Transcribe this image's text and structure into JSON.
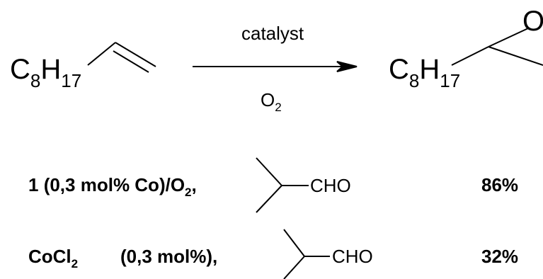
{
  "reaction": {
    "reactant": {
      "atom_c": "C",
      "sub_c": "8",
      "atom_h": "H",
      "sub_h": "17"
    },
    "arrow_top": "catalyst",
    "arrow_bottom_atom": "O",
    "arrow_bottom_sub": "2",
    "product": {
      "atom_c": "C",
      "sub_c": "8",
      "atom_h": "H",
      "sub_h": "17",
      "ring_atom": "O"
    }
  },
  "conditions": [
    {
      "catalyst_bold": "1",
      "catalyst_rest": " (0,3 mol% Co)/O",
      "catalyst_sub": "2",
      "catalyst_tail": ",",
      "aldehyde": "CHO",
      "yield": "86%"
    },
    {
      "catalyst_main": "CoCl",
      "catalyst_sub": "2",
      "loading": "(0,3 mol%),",
      "aldehyde": "CHO",
      "yield": "32%"
    }
  ]
}
